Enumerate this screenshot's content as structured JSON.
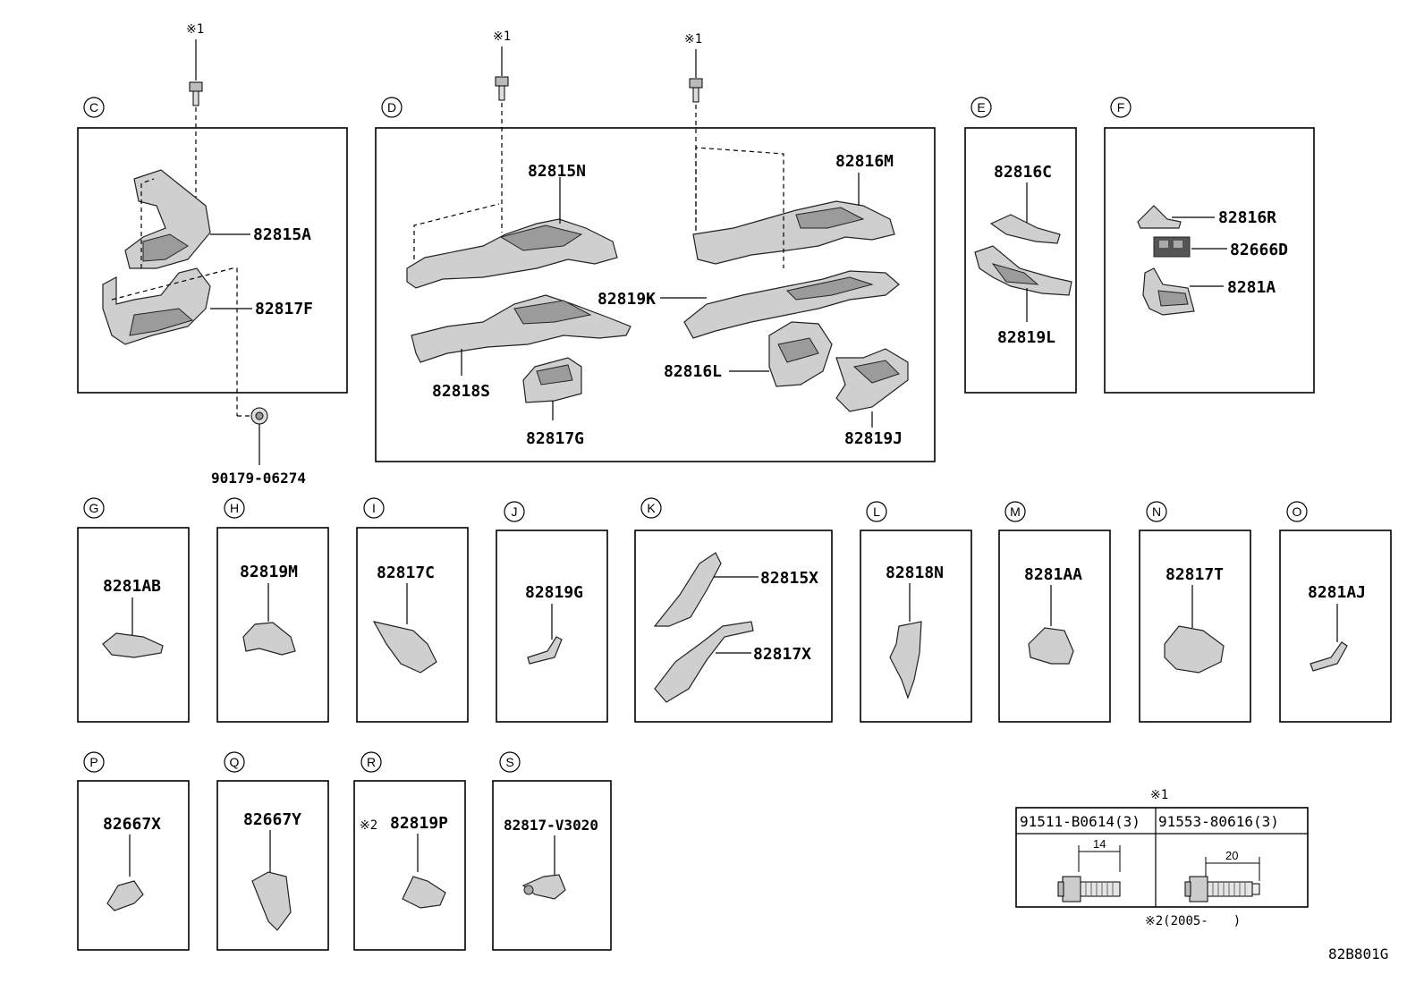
{
  "diagram_code": "82B801G",
  "asterisk1": "※1",
  "asterisk2": "※2",
  "sections": {
    "C": {
      "label": "C",
      "parts": [
        "82815A",
        "82817F"
      ]
    },
    "D": {
      "label": "D",
      "parts": [
        "82815N",
        "82816M",
        "82819K",
        "82818S",
        "82816L",
        "82817G",
        "82819J"
      ]
    },
    "E": {
      "label": "E",
      "parts": [
        "82816C",
        "82819L"
      ]
    },
    "F": {
      "label": "F",
      "parts": [
        "82816R",
        "82666D",
        "8281A"
      ]
    },
    "G": {
      "label": "G",
      "parts": [
        "8281AB"
      ]
    },
    "H": {
      "label": "H",
      "parts": [
        "82819M"
      ]
    },
    "I": {
      "label": "I",
      "parts": [
        "82817C"
      ]
    },
    "J": {
      "label": "J",
      "parts": [
        "82819G"
      ]
    },
    "K": {
      "label": "K",
      "parts": [
        "82815X",
        "82817X"
      ]
    },
    "L": {
      "label": "L",
      "parts": [
        "82818N"
      ]
    },
    "M": {
      "label": "M",
      "parts": [
        "8281AA"
      ]
    },
    "N": {
      "label": "N",
      "parts": [
        "82817T"
      ]
    },
    "O": {
      "label": "O",
      "parts": [
        "8281AJ"
      ]
    },
    "P": {
      "label": "P",
      "parts": [
        "82667X"
      ]
    },
    "Q": {
      "label": "Q",
      "parts": [
        "82667Y"
      ]
    },
    "R": {
      "label": "R",
      "parts": [
        "82819P"
      ]
    },
    "S": {
      "label": "S",
      "parts": [
        "82817-V3020"
      ]
    }
  },
  "clip_part": "90179-06274",
  "bolt_table": {
    "header_note": "※1",
    "col1": {
      "part": "91511-B0614(3)",
      "length": "14"
    },
    "col2": {
      "part": "91553-80616(3)",
      "length": "20"
    },
    "footer": "※2(2005-　　)"
  }
}
